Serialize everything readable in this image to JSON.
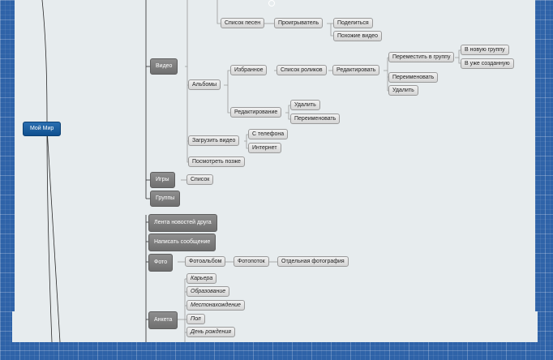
{
  "root": {
    "label": "Мой Мир"
  },
  "nodes": {
    "song_list": "Список песен",
    "player": "Проигрыватель",
    "share": "Поделиться",
    "similar_video": "Похожие видео",
    "video": "Видео",
    "albums": "Альбомы",
    "favorites": "Избранное",
    "clip_list": "Список роликов",
    "edit": "Редактировать",
    "move_to_group": "Переместить в группу",
    "to_new_group": "В новую группу",
    "to_existing": "В уже созданную",
    "rename": "Переименовать",
    "delete": "Удалить",
    "editing": "Редактирование",
    "delete2": "Удалить",
    "rename2": "Переименовать",
    "upload_video": "Загрузить видео",
    "from_phone": "С телефона",
    "internet": "Интернет",
    "watch_later": "Посмотреть позже",
    "games": "Игры",
    "list": "Список",
    "groups": "Группы",
    "friend_news": "Лента новостей друга",
    "write_message": "Написать сообщение",
    "photo": "Фото",
    "photo_album": "Фотоальбом",
    "photo_stream": "Фотопоток",
    "single_photo": "Отдельная фотография",
    "profile": "Анкета",
    "career": "Карьера",
    "education": "Образование",
    "location": "Местонахождение",
    "gender": "Пол",
    "birthday": "День рождения"
  }
}
